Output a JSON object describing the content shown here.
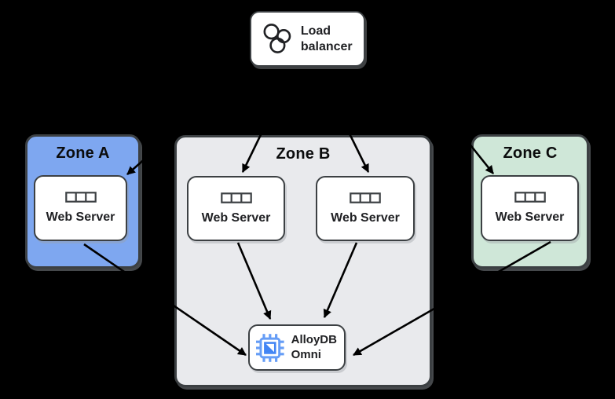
{
  "diagram": {
    "load_balancer": {
      "label": "Load balancer",
      "icon": "load-balancer-circles-icon"
    },
    "zones": [
      {
        "label": "Zone A",
        "fill": "#7EA7F0",
        "servers": [
          {
            "label": "Web Server",
            "icon": "server-strip-icon"
          }
        ]
      },
      {
        "label": "Zone B",
        "fill": "#E9EAED",
        "servers": [
          {
            "label": "Web Server",
            "icon": "server-strip-icon"
          },
          {
            "label": "Web Server",
            "icon": "server-strip-icon"
          }
        ],
        "database": {
          "label": "AlloyDB Omni",
          "icon": "chip-icon"
        }
      },
      {
        "label": "Zone C",
        "fill": "#CFE7D8",
        "servers": [
          {
            "label": "Web Server",
            "icon": "server-strip-icon"
          }
        ]
      }
    ],
    "connections": [
      {
        "from": "load-balancer",
        "to": "zone-a-web-server"
      },
      {
        "from": "load-balancer",
        "to": "zone-b-web-server-1"
      },
      {
        "from": "load-balancer",
        "to": "zone-b-web-server-2"
      },
      {
        "from": "load-balancer",
        "to": "zone-c-web-server"
      },
      {
        "from": "zone-a-web-server",
        "to": "alloydb-omni"
      },
      {
        "from": "zone-b-web-server-1",
        "to": "alloydb-omni"
      },
      {
        "from": "zone-b-web-server-2",
        "to": "alloydb-omni"
      },
      {
        "from": "zone-c-web-server",
        "to": "alloydb-omni"
      }
    ],
    "colors": {
      "background": "#000000",
      "border": "#3C4043",
      "arrow": "#000000",
      "node_fill": "#FFFFFF",
      "zone_a_fill": "#7EA7F0",
      "zone_b_fill": "#E9EAED",
      "zone_c_fill": "#CFE7D8",
      "chip_blue": "#669DF6",
      "chip_blue_dark": "#4285F4",
      "text": "#202124"
    }
  }
}
